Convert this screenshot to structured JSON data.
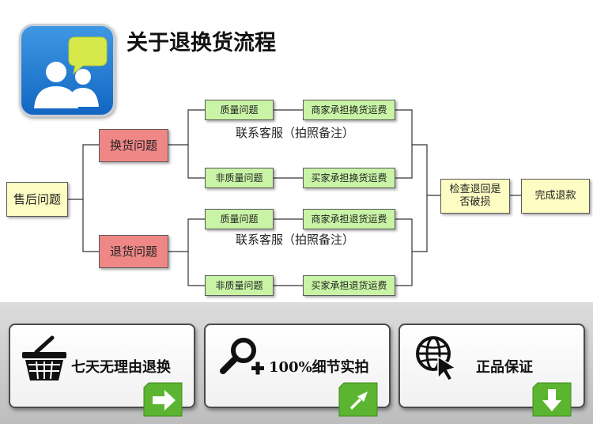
{
  "header": {
    "title": "关于退换货流程"
  },
  "flow": {
    "after_sales": "售后问题",
    "exchange": "换货问题",
    "return": "退货问题",
    "exchange_quality": "质量问题",
    "exchange_non_quality": "非质量问题",
    "return_quality": "质量问题",
    "return_non_quality": "非质量问题",
    "exchange_quality_cost": "商家承担换货运费",
    "exchange_non_quality_cost": "买家承担换货运费",
    "return_quality_cost": "商家承担退货运费",
    "return_non_quality_cost": "买家承担退货运费",
    "exchange_contact_note": "联系客服（拍照备注）",
    "return_contact_note": "联系客服（拍照备注）",
    "check_line1": "检查退回是",
    "check_line2": "否破损",
    "complete_refund": "完成退款"
  },
  "features": [
    {
      "label": "七天无理由退换",
      "icon": "shopping-basket-icon"
    },
    {
      "label": "100%细节实拍",
      "icon": "magnifier-plus-icon"
    },
    {
      "label": "正品保证",
      "icon": "globe-cursor-icon"
    }
  ],
  "colors": {
    "yellow_node": "#fdfcc3",
    "red_node": "#f08787",
    "green_node": "#c9f4a6",
    "corner_green": "#5cb531",
    "icon_blue": "#1f7fd8"
  }
}
